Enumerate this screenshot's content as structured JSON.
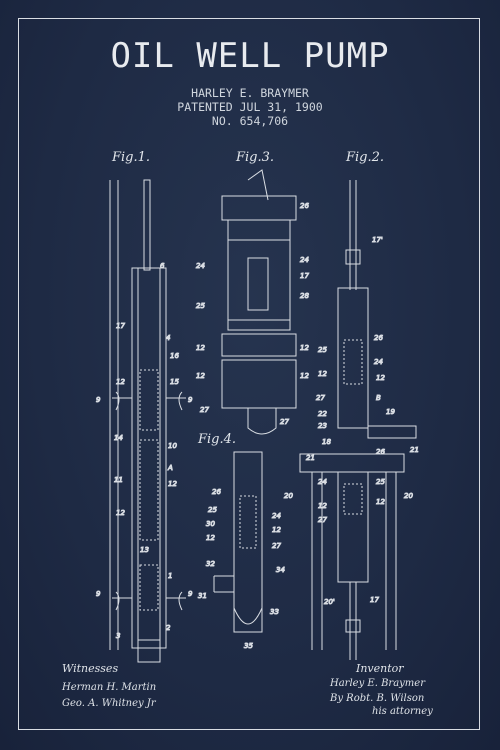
{
  "title": "OIL WELL PUMP",
  "inventor_line": "HARLEY E. BRAYMER",
  "patent_line": "PATENTED JUL 31, 1900",
  "number_line": "NO. 654,706",
  "figures": {
    "fig1": "Fig.1.",
    "fig2": "Fig.2.",
    "fig3": "Fig.3.",
    "fig4": "Fig.4."
  },
  "signatures": {
    "witnesses_label": "Witnesses",
    "witness_1": "Herman H. Martin",
    "witness_2": "Geo. A. Whitney Jr",
    "inventor_label": "Inventor",
    "inventor_name": "Harley E. Braymer",
    "attorney_line": "By Robt. B. Wilson",
    "attorney_title": "his attorney"
  },
  "colors": {
    "background": "#1f2b45",
    "ink": "#d9dde3"
  }
}
